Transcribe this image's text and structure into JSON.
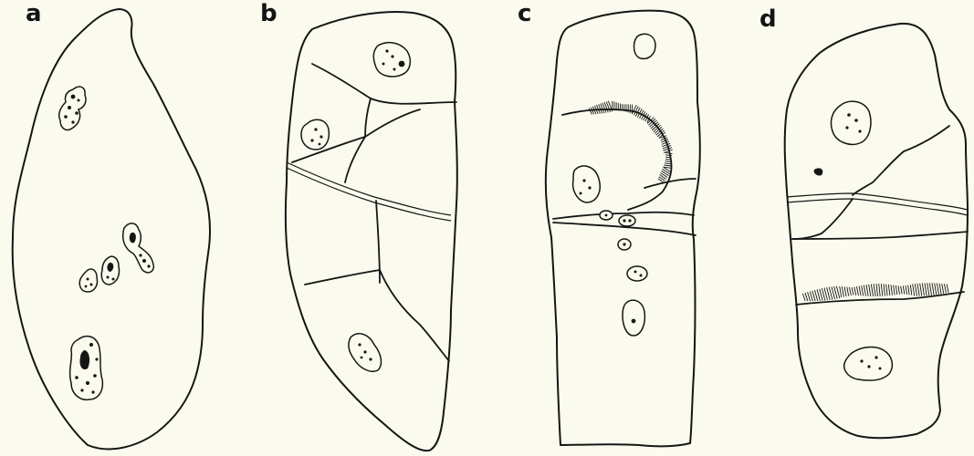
{
  "figure": {
    "background": "#fbfaee",
    "ink": "#161616",
    "panels": [
      {
        "id": "a",
        "label": "a"
      },
      {
        "id": "b",
        "label": "b"
      },
      {
        "id": "c",
        "label": "c"
      },
      {
        "id": "d",
        "label": "d"
      }
    ]
  }
}
